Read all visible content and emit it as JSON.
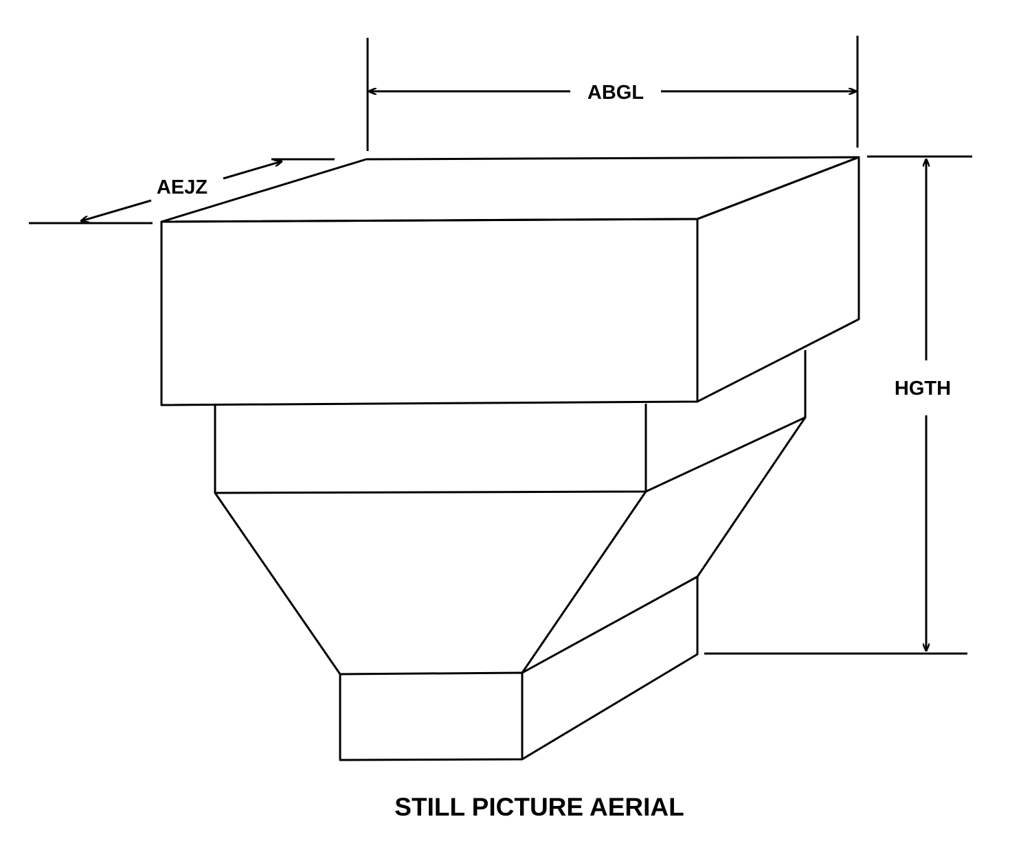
{
  "title": "STILL PICTURE AERIAL",
  "dimensions": {
    "length": "ABGL",
    "width": "AEJZ",
    "height": "HGTH"
  }
}
